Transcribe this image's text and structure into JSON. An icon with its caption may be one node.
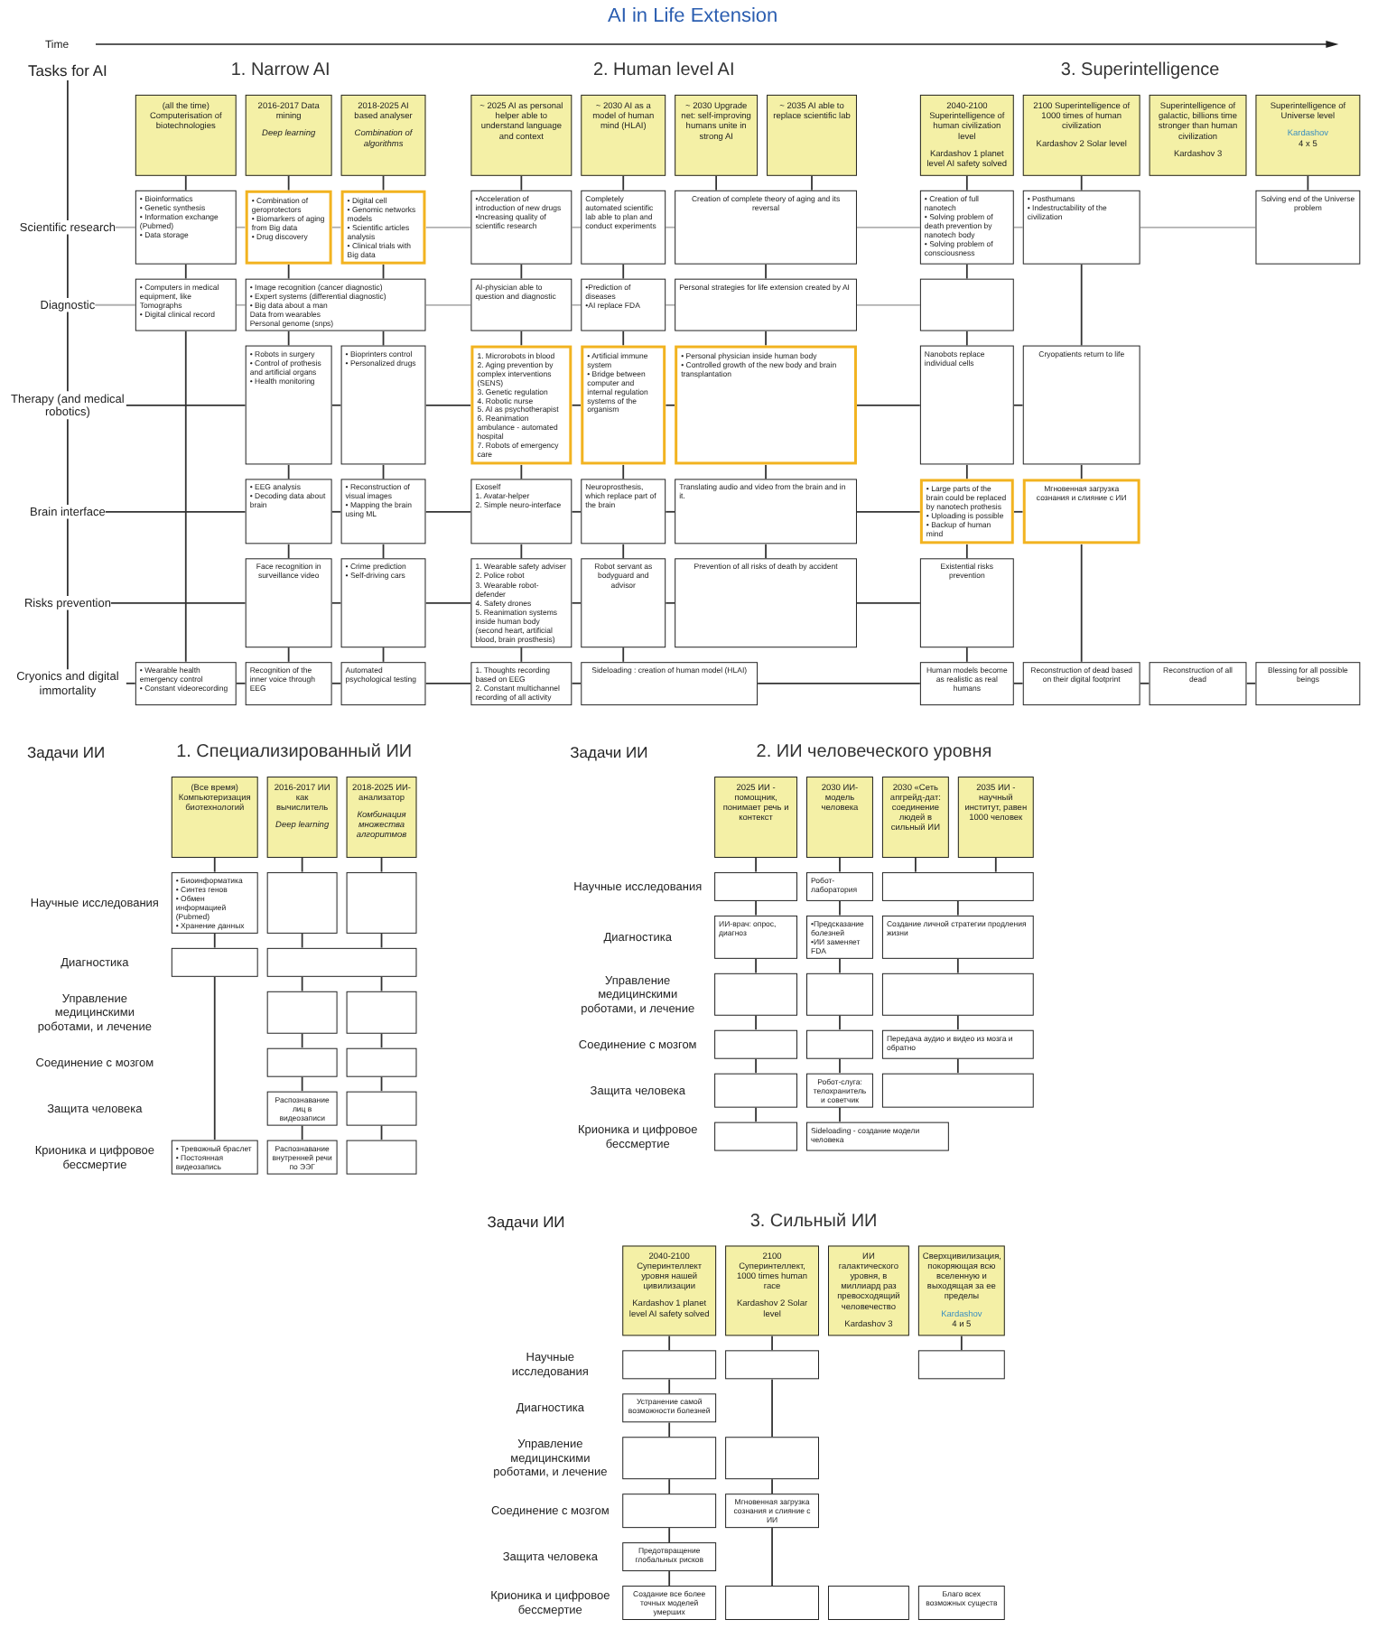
{
  "diagram": {
    "title": "AI in Life Extension",
    "nodes": [
      {
        "text": [
          "(all the time) Computerisation of biotechnologies"
        ]
      },
      {
        "text": [
          "2016-2017 Data mining",
          "Deep learning"
        ]
      },
      {
        "text": [
          "2018-2025 AI based analyser",
          "Combination of algorithms"
        ]
      },
      {
        "text": [
          "~ 2025 AI as personal helper able to understand language and context"
        ]
      },
      {
        "text": [
          "~ 2030 AI as a model of human mind (HLAI)"
        ]
      },
      {
        "text": [
          "~ 2030 Upgrade net: self-improving humans unite in strong AI"
        ]
      },
      {
        "text": [
          "~ 2035 AI able to replace scientific lab"
        ]
      },
      {
        "text": [
          "2040-2100 Superintelligence of human civilization level",
          "Kardashov 1 planet level AI safety solved"
        ]
      },
      {
        "text": [
          "2100 Superintelligence of 1000 times of human civilization",
          "Kardashov 2 Solar level"
        ]
      },
      {
        "text": [
          "Superintelligence of galactic, billions time stronger than human civilization",
          "Kardashov 3"
        ]
      },
      {
        "text": [
          "Superintelligence of Universe level",
          "Kardashov",
          "4 x 5"
        ]
      },
      {
        "text": [
          "Scientific research"
        ]
      },
      {
        "text": [
          "Diagnostic"
        ]
      },
      {
        "text": [
          "Therapy (and medical robotics)"
        ]
      },
      {
        "text": [
          "Brain interface"
        ]
      },
      {
        "text": [
          "Risks prevention"
        ]
      },
      {
        "text": [
          "Cryonics and digital immortality"
        ]
      },
      {
        "text": [
          "• Bioinformatics",
          "• Genetic synthesis",
          "• Information exchange (Pubmed)",
          "• Data storage"
        ]
      },
      {
        "text": [
          "• Combination of geroprotectors",
          "• Biomarkers of aging from Big data",
          "• Drug discovery"
        ]
      },
      {
        "text": [
          "• Digital cell",
          "• Genomic networks models",
          "• Scientific articles analysis",
          "• Clinical trials with Big data"
        ]
      },
      {
        "text": [
          "•Acceleration of introduction of new drugs",
          "•Increasing quality of scientific research"
        ]
      },
      {
        "text": [
          "Completely automated scientific lab able to plan and conduct experiments"
        ]
      },
      {
        "text": [
          "Creation of complete theory of aging and its reversal"
        ]
      },
      {
        "text": [
          "• Creation of full nanotech",
          "• Solving problem of death prevention by nanotech body",
          "• Solving problem of consciousness"
        ]
      },
      {
        "text": [
          "• Posthumans",
          "• Indestructability of the civilization"
        ]
      },
      {
        "text": [
          "Solving end of the Universe problem"
        ]
      },
      {
        "text": [
          "• Computers in medical equipment, like Tomographs",
          "• Digital clinical record"
        ]
      },
      {
        "text": [
          "• Image recognition (cancer diagnostic)",
          "• Expert systems (differential diagnostic)",
          "• Big data about a man",
          "Data from wearables",
          "Personal genome (snps)"
        ]
      },
      {
        "text": [
          "AI-physician able to question and diagnostic"
        ]
      },
      {
        "text": [
          "•Prediction of diseases",
          "•AI replace FDA"
        ]
      },
      {
        "text": [
          "Personal strategies for life extension created by AI"
        ]
      },
      {
        "text": [],
        "shape": "box"
      },
      {
        "text": [
          "• Robots in surgery",
          "• Control of prothesis and artificial organs",
          "• Health monitoring"
        ]
      },
      {
        "text": [
          "• Bioprinters control",
          "• Personalized drugs"
        ]
      },
      {
        "text": [
          "1. Microrobots in blood",
          "2. Aging prevention by complex interventions (SENS)",
          "3. Genetic regulation",
          "4. Robotic nurse",
          "5. AI as psychotherapist",
          "6. Reanimation ambulance - automated hospital",
          "7. Robots of emergency care"
        ]
      },
      {
        "text": [
          "• Artificial immune system",
          "• Bridge between computer and internal regulation systems of the organism"
        ]
      },
      {
        "text": [
          "• Personal physician inside human body",
          "• Controlled growth of the new body and brain transplantation"
        ]
      },
      {
        "text": [
          "Nanobots replace individual cells"
        ]
      },
      {
        "text": [
          "Cryopatients return to life"
        ]
      },
      {
        "text": [
          "• EEG analysis",
          "• Decoding data about brain"
        ]
      },
      {
        "text": [
          "• Reconstruction of visual images",
          "• Mapping the brain using ML"
        ]
      },
      {
        "text": [
          "Exoself",
          "1. Avatar-helper",
          "2. Simple neuro-interface"
        ]
      },
      {
        "text": [
          "Neuroprosthesis, which replace part of the brain"
        ]
      },
      {
        "text": [
          "Translating audio and video from the brain and in it."
        ]
      },
      {
        "text": [
          "• Large parts of the brain could be replaced by nanotech prothesis",
          "• Uploading is possible",
          "• Backup of human mind"
        ]
      },
      {
        "text": [
          "Мгновенная загрузка сознания и слияние с ИИ"
        ]
      },
      {
        "text": [
          "Face recognition in surveillance video"
        ]
      },
      {
        "text": [
          "• Crime prediction",
          "• Self-driving cars"
        ]
      },
      {
        "text": [
          "1. Wearable safety adviser",
          "2. Police robot",
          "3. Wearable robot-defender",
          "4. Safety drones",
          "5. Reanimation systems inside human body (second heart, artificial blood, brain prosthesis)"
        ]
      },
      {
        "text": [
          "Robot servant as bodyguard and advisor"
        ]
      },
      {
        "text": [
          "Prevention of all risks of death by accident"
        ]
      },
      {
        "text": [
          "Existential risks prevention"
        ]
      },
      {
        "text": [
          "• Wearable health emergency control",
          "• Constant videorecording"
        ]
      },
      {
        "text": [
          "Recognition of the inner voice through EEG"
        ]
      },
      {
        "text": [
          "Automated psychological testing"
        ]
      },
      {
        "text": [
          "1. Thoughts recording based on EEG",
          "2. Constant multichannel recording of all activity"
        ]
      },
      {
        "text": [
          "Sideloading : creation of human model (HLAI)"
        ]
      },
      {
        "text": [
          "Human models become as realistic as real humans"
        ]
      },
      {
        "text": [
          "Reconstruction of dead based on their digital footprint"
        ]
      },
      {
        "text": [
          "Reconstruction of all dead"
        ]
      },
      {
        "text": [
          "Blessing for all possible beings"
        ]
      },
      {
        "text": [
          "(Все время) Компьютеризация биотехнологий"
        ]
      },
      {
        "text": [
          "2016-2017 ИИ как вычислитель",
          "Deep learning"
        ]
      },
      {
        "text": [
          "2018-2025 ИИ-анализатор",
          "Комбинация множества алгоритмов"
        ]
      },
      {
        "text": [
          "• Биоинформатика",
          "• Синтез генов",
          "• Обмен информацией (Pubmed)",
          "• Хранение данных"
        ]
      },
      {
        "text": [],
        "shape": "box"
      },
      {
        "text": [],
        "shape": "box"
      },
      {
        "text": [],
        "shape": "box"
      },
      {
        "text": [],
        "shape": "box"
      },
      {
        "text": [],
        "shape": "box"
      },
      {
        "text": [],
        "shape": "box"
      },
      {
        "text": [],
        "shape": "box"
      },
      {
        "text": [],
        "shape": "box"
      },
      {
        "text": [
          "Распознавание лиц в видеозаписи"
        ]
      },
      {
        "text": [],
        "shape": "box"
      },
      {
        "text": [
          "• Тревожный браслет",
          "• Постоянная видеозапись"
        ]
      },
      {
        "text": [
          "Распознавание внутренней речи по ЭЭГ"
        ]
      },
      {
        "text": [],
        "shape": "box"
      },
      {
        "text": [
          "2025 ИИ - помощник, понимает речь и контекст"
        ]
      },
      {
        "text": [
          "2030 ИИ-модель человека"
        ]
      },
      {
        "text": [
          "2030 «Сеть апгрейд-дат: соединение людей в сильный ИИ"
        ]
      },
      {
        "text": [
          "2035 ИИ - научный институт, равен 1000 человек"
        ]
      },
      {
        "text": [],
        "shape": "box"
      },
      {
        "text": [
          "Робот-лаборатория"
        ]
      },
      {
        "text": [],
        "shape": "box"
      },
      {
        "text": [
          "ИИ-врач: опрос, диагноз"
        ]
      },
      {
        "text": [
          "•Предсказание болезней",
          "•ИИ заменяет FDA"
        ]
      },
      {
        "text": [
          "Создание личной стратегии продления жизни"
        ]
      },
      {
        "text": [],
        "shape": "box"
      },
      {
        "text": [],
        "shape": "box"
      },
      {
        "text": [],
        "shape": "box"
      },
      {
        "text": [],
        "shape": "box"
      },
      {
        "text": [],
        "shape": "box"
      },
      {
        "text": [
          "Передача аудио и видео из мозга и обратно"
        ]
      },
      {
        "text": [],
        "shape": "box"
      },
      {
        "text": [
          "Робот-слуга: телохранитель и советчик"
        ]
      },
      {
        "text": [],
        "shape": "box"
      },
      {
        "text": [],
        "shape": "box"
      },
      {
        "text": [
          "Sideloading - создание модели человека"
        ]
      },
      {
        "text": [
          "2040-2100 Суперинтеллект уровня нашей цивилизации",
          "Kardashov 1 planet level AI safety solved"
        ]
      },
      {
        "text": [
          "2100 Суперинтеллект, 1000 times human race",
          "Kardashov 2 Solar level"
        ]
      },
      {
        "text": [
          "ИИ галактического уровня, в миллиард раз превосходящий человечество",
          "Kardashov 3"
        ]
      },
      {
        "text": [
          "Сверхцивилизация, покоряющая всю вселенную и выходящая за ее пределы",
          "Kardashov",
          "4 и 5"
        ]
      },
      {
        "text": [],
        "shape": "box"
      },
      {
        "text": [],
        "shape": "box"
      },
      {
        "text": [],
        "shape": "box"
      },
      {
        "text": [
          "Устранение самой возможности болезней"
        ]
      },
      {
        "text": [],
        "shape": "box"
      },
      {
        "text": [],
        "shape": "box"
      },
      {
        "text": [],
        "shape": "box"
      },
      {
        "text": [
          "Мгновенная загрузка сознания и слияние с ИИ"
        ]
      },
      {
        "text": [
          "Предотвращение глобальных рисков"
        ]
      },
      {
        "text": [
          "Создание все более точных моделей умерших"
        ]
      },
      {
        "text": [],
        "shape": "box"
      },
      {
        "text": [],
        "shape": "box"
      },
      {
        "text": [
          "Благо всех возможных существ"
        ]
      },
      {
        "text": [
          "Tasks for AI"
        ]
      }
    ],
    "edges": [
      {
        "from": 0,
        "to": 17,
        "arrow": "none"
      },
      {
        "from": 17,
        "to": 26,
        "arrow": "none"
      },
      {
        "from": 26,
        "to": 52,
        "arrow": "none"
      },
      {
        "from": 1,
        "to": 18,
        "arrow": "none"
      },
      {
        "from": 18,
        "to": 27,
        "arrow": "none"
      },
      {
        "from": 27,
        "to": 32,
        "arrow": "none"
      },
      {
        "from": 32,
        "to": 39,
        "arrow": "none"
      },
      {
        "from": 39,
        "to": 46,
        "arrow": "none"
      },
      {
        "from": 46,
        "to": 53,
        "arrow": "none"
      },
      {
        "from": 2,
        "to": 19,
        "arrow": "none"
      },
      {
        "from": 19,
        "to": 27,
        "arrow": "none"
      },
      {
        "from": 27,
        "to": 33,
        "arrow": "none"
      },
      {
        "from": 33,
        "to": 40,
        "arrow": "none"
      },
      {
        "from": 40,
        "to": 47,
        "arrow": "none"
      },
      {
        "from": 47,
        "to": 54,
        "arrow": "none"
      },
      {
        "from": 3,
        "to": 20,
        "arrow": "none"
      },
      {
        "from": 20,
        "to": 28,
        "arrow": "none"
      },
      {
        "from": 28,
        "to": 34,
        "arrow": "none"
      },
      {
        "from": 34,
        "to": 41,
        "arrow": "none"
      },
      {
        "from": 41,
        "to": 48,
        "arrow": "none"
      },
      {
        "from": 48,
        "to": 55,
        "arrow": "none"
      },
      {
        "from": 4,
        "to": 21,
        "arrow": "none"
      },
      {
        "from": 21,
        "to": 29,
        "arrow": "none"
      },
      {
        "from": 29,
        "to": 35,
        "arrow": "none"
      },
      {
        "from": 35,
        "to": 42,
        "arrow": "none"
      },
      {
        "from": 42,
        "to": 49,
        "arrow": "none"
      },
      {
        "from": 49,
        "to": 56,
        "arrow": "none"
      },
      {
        "from": 5,
        "to": 22,
        "arrow": "none"
      },
      {
        "from": 6,
        "to": 22,
        "arrow": "none"
      },
      {
        "from": 22,
        "to": 30,
        "arrow": "none"
      },
      {
        "from": 30,
        "to": 36,
        "arrow": "none"
      },
      {
        "from": 36,
        "to": 43,
        "arrow": "none"
      },
      {
        "from": 43,
        "to": 50,
        "arrow": "none"
      },
      {
        "from": 7,
        "to": 23,
        "arrow": "none"
      },
      {
        "from": 23,
        "to": 31,
        "arrow": "none"
      },
      {
        "from": 31,
        "to": 37,
        "arrow": "none"
      },
      {
        "from": 37,
        "to": 44,
        "arrow": "none"
      },
      {
        "from": 44,
        "to": 51,
        "arrow": "none"
      },
      {
        "from": 51,
        "to": 57,
        "arrow": "none"
      },
      {
        "from": 8,
        "to": 24,
        "arrow": "none"
      },
      {
        "from": 24,
        "to": 38,
        "arrow": "none"
      },
      {
        "from": 38,
        "to": 45,
        "arrow": "none"
      },
      {
        "from": 45,
        "to": 58,
        "arrow": "none"
      },
      {
        "from": 10,
        "to": 25,
        "arrow": "none"
      },
      {
        "from": 11,
        "to": 17,
        "arrow": "none",
        "color": "#b0b0b0"
      },
      {
        "from": 12,
        "to": 26,
        "arrow": "none",
        "color": "#b0b0b0"
      },
      {
        "from": 13,
        "to": 32,
        "arrow": "none"
      },
      {
        "from": 14,
        "to": 39,
        "arrow": "none"
      },
      {
        "from": 15,
        "to": 46,
        "arrow": "none"
      },
      {
        "from": 16,
        "to": 52,
        "arrow": "none"
      },
      {
        "from": 17,
        "to": 18,
        "arrow": "none",
        "color": "#b0b0b0"
      },
      {
        "from": 18,
        "to": 19,
        "arrow": "none",
        "color": "#b0b0b0"
      },
      {
        "from": 19,
        "to": 20,
        "arrow": "none",
        "color": "#b0b0b0"
      },
      {
        "from": 20,
        "to": 21,
        "arrow": "none",
        "color": "#b0b0b0"
      },
      {
        "from": 21,
        "to": 22,
        "arrow": "none",
        "color": "#b0b0b0"
      },
      {
        "from": 22,
        "to": 23,
        "arrow": "none",
        "color": "#b0b0b0"
      },
      {
        "from": 23,
        "to": 24,
        "arrow": "none",
        "color": "#b0b0b0"
      },
      {
        "from": 24,
        "to": 25,
        "arrow": "none",
        "color": "#b0b0b0"
      },
      {
        "from": 26,
        "to": 27,
        "arrow": "none",
        "color": "#b0b0b0"
      },
      {
        "from": 27,
        "to": 28,
        "arrow": "none",
        "color": "#b0b0b0"
      },
      {
        "from": 28,
        "to": 29,
        "arrow": "none",
        "color": "#b0b0b0"
      },
      {
        "from": 29,
        "to": 30,
        "arrow": "none",
        "color": "#b0b0b0"
      },
      {
        "from": 30,
        "to": 31,
        "arrow": "none",
        "color": "#b0b0b0"
      },
      {
        "from": 32,
        "to": 33,
        "arrow": "none"
      },
      {
        "from": 33,
        "to": 34,
        "arrow": "none"
      },
      {
        "from": 34,
        "to": 35,
        "arrow": "none"
      },
      {
        "from": 35,
        "to": 36,
        "arrow": "none"
      },
      {
        "from": 36,
        "to": 37,
        "arrow": "none"
      },
      {
        "from": 37,
        "to": 38,
        "arrow": "none"
      },
      {
        "from": 39,
        "to": 40,
        "arrow": "none"
      },
      {
        "from": 40,
        "to": 41,
        "arrow": "none"
      },
      {
        "from": 41,
        "to": 42,
        "arrow": "none"
      },
      {
        "from": 42,
        "to": 43,
        "arrow": "none"
      },
      {
        "from": 43,
        "to": 44,
        "arrow": "none"
      },
      {
        "from": 44,
        "to": 45,
        "arrow": "none"
      },
      {
        "from": 46,
        "to": 47,
        "arrow": "none"
      },
      {
        "from": 47,
        "to": 48,
        "arrow": "none"
      },
      {
        "from": 48,
        "to": 49,
        "arrow": "none"
      },
      {
        "from": 49,
        "to": 50,
        "arrow": "none"
      },
      {
        "from": 50,
        "to": 51,
        "arrow": "none"
      },
      {
        "from": 52,
        "to": 53,
        "arrow": "none"
      },
      {
        "from": 53,
        "to": 54,
        "arrow": "none"
      },
      {
        "from": 54,
        "to": 55,
        "arrow": "none"
      },
      {
        "from": 55,
        "to": 56,
        "arrow": "none"
      },
      {
        "from": 56,
        "to": 57,
        "arrow": "none"
      },
      {
        "from": 57,
        "to": 58,
        "arrow": "none"
      },
      {
        "from": 58,
        "to": 59,
        "arrow": "none"
      },
      {
        "from": 59,
        "to": 60,
        "arrow": "none"
      },
      {
        "from": 61,
        "to": 64,
        "arrow": "none"
      },
      {
        "from": 64,
        "to": 67,
        "arrow": "none"
      },
      {
        "from": 67,
        "to": 75,
        "arrow": "none"
      },
      {
        "from": 62,
        "to": 65,
        "arrow": "none"
      },
      {
        "from": 65,
        "to": 68,
        "arrow": "none"
      },
      {
        "from": 68,
        "to": 69,
        "arrow": "none"
      },
      {
        "from": 69,
        "to": 71,
        "arrow": "none"
      },
      {
        "from": 71,
        "to": 73,
        "arrow": "none"
      },
      {
        "from": 73,
        "to": 76,
        "arrow": "none"
      },
      {
        "from": 63,
        "to": 66,
        "arrow": "none"
      },
      {
        "from": 66,
        "to": 68,
        "arrow": "none"
      },
      {
        "from": 68,
        "to": 70,
        "arrow": "none"
      },
      {
        "from": 70,
        "to": 72,
        "arrow": "none"
      },
      {
        "from": 72,
        "to": 74,
        "arrow": "none"
      },
      {
        "from": 74,
        "to": 77,
        "arrow": "none"
      },
      {
        "from": 78,
        "to": 82,
        "arrow": "none"
      },
      {
        "from": 82,
        "to": 85,
        "arrow": "none"
      },
      {
        "from": 85,
        "to": 88,
        "arrow": "none"
      },
      {
        "from": 88,
        "to": 91,
        "arrow": "none"
      },
      {
        "from": 91,
        "to": 94,
        "arrow": "none"
      },
      {
        "from": 94,
        "to": 97,
        "arrow": "none"
      },
      {
        "from": 79,
        "to": 83,
        "arrow": "none"
      },
      {
        "from": 83,
        "to": 86,
        "arrow": "none"
      },
      {
        "from": 86,
        "to": 89,
        "arrow": "none"
      },
      {
        "from": 89,
        "to": 92,
        "arrow": "none"
      },
      {
        "from": 92,
        "to": 95,
        "arrow": "none"
      },
      {
        "from": 95,
        "to": 98,
        "arrow": "none"
      },
      {
        "from": 80,
        "to": 84,
        "arrow": "none"
      },
      {
        "from": 81,
        "to": 84,
        "arrow": "none"
      },
      {
        "from": 84,
        "to": 87,
        "arrow": "none"
      },
      {
        "from": 87,
        "to": 90,
        "arrow": "none"
      },
      {
        "from": 90,
        "to": 93,
        "arrow": "none"
      },
      {
        "from": 93,
        "to": 96,
        "arrow": "none"
      },
      {
        "from": 99,
        "to": 103,
        "arrow": "none"
      },
      {
        "from": 103,
        "to": 106,
        "arrow": "none"
      },
      {
        "from": 106,
        "to": 107,
        "arrow": "none"
      },
      {
        "from": 107,
        "to": 109,
        "arrow": "none"
      },
      {
        "from": 109,
        "to": 111,
        "arrow": "none"
      },
      {
        "from": 111,
        "to": 112,
        "arrow": "none"
      },
      {
        "from": 100,
        "to": 104,
        "arrow": "none"
      },
      {
        "from": 104,
        "to": 108,
        "arrow": "none"
      },
      {
        "from": 108,
        "to": 110,
        "arrow": "none"
      },
      {
        "from": 110,
        "to": 113,
        "arrow": "none"
      },
      {
        "from": 102,
        "to": 105,
        "arrow": "none"
      },
      {
        "from": 116,
        "to": 11,
        "arrow": "none"
      },
      {
        "from": 11,
        "to": 12,
        "arrow": "none"
      },
      {
        "from": 12,
        "to": 13,
        "arrow": "none"
      },
      {
        "from": 13,
        "to": 14,
        "arrow": "none"
      },
      {
        "from": 14,
        "to": 15,
        "arrow": "none"
      },
      {
        "from": 15,
        "to": 16,
        "arrow": "none"
      }
    ],
    "labels": [
      "Time",
      "1. Narrow AI",
      "2. Human level AI",
      "3. Superintelligence",
      "Задачи ИИ",
      "1. Специализированный ИИ",
      "Научные исследования",
      "Диагностика",
      "Управление медицинскими роботами, и лечение",
      "Соединение с мозгом",
      "Защита человека",
      "Крионика и цифровое бессмертие",
      "Задачи ИИ",
      "2. ИИ человеческого уровня",
      "Научные исследования",
      "Диагностика",
      "Управление медицинскими роботами, и лечение",
      "Соединение с мозгом",
      "Защита человека",
      "Крионика и цифровое бессмертие",
      "Задачи ИИ",
      "3. Сильный ИИ",
      "Научные исследования",
      "Диагностика",
      "Управление медицинскими роботами, и лечение",
      "Соединение с мозгом",
      "Защита человека",
      "Крионика и цифровое бессмертие"
    ]
  }
}
